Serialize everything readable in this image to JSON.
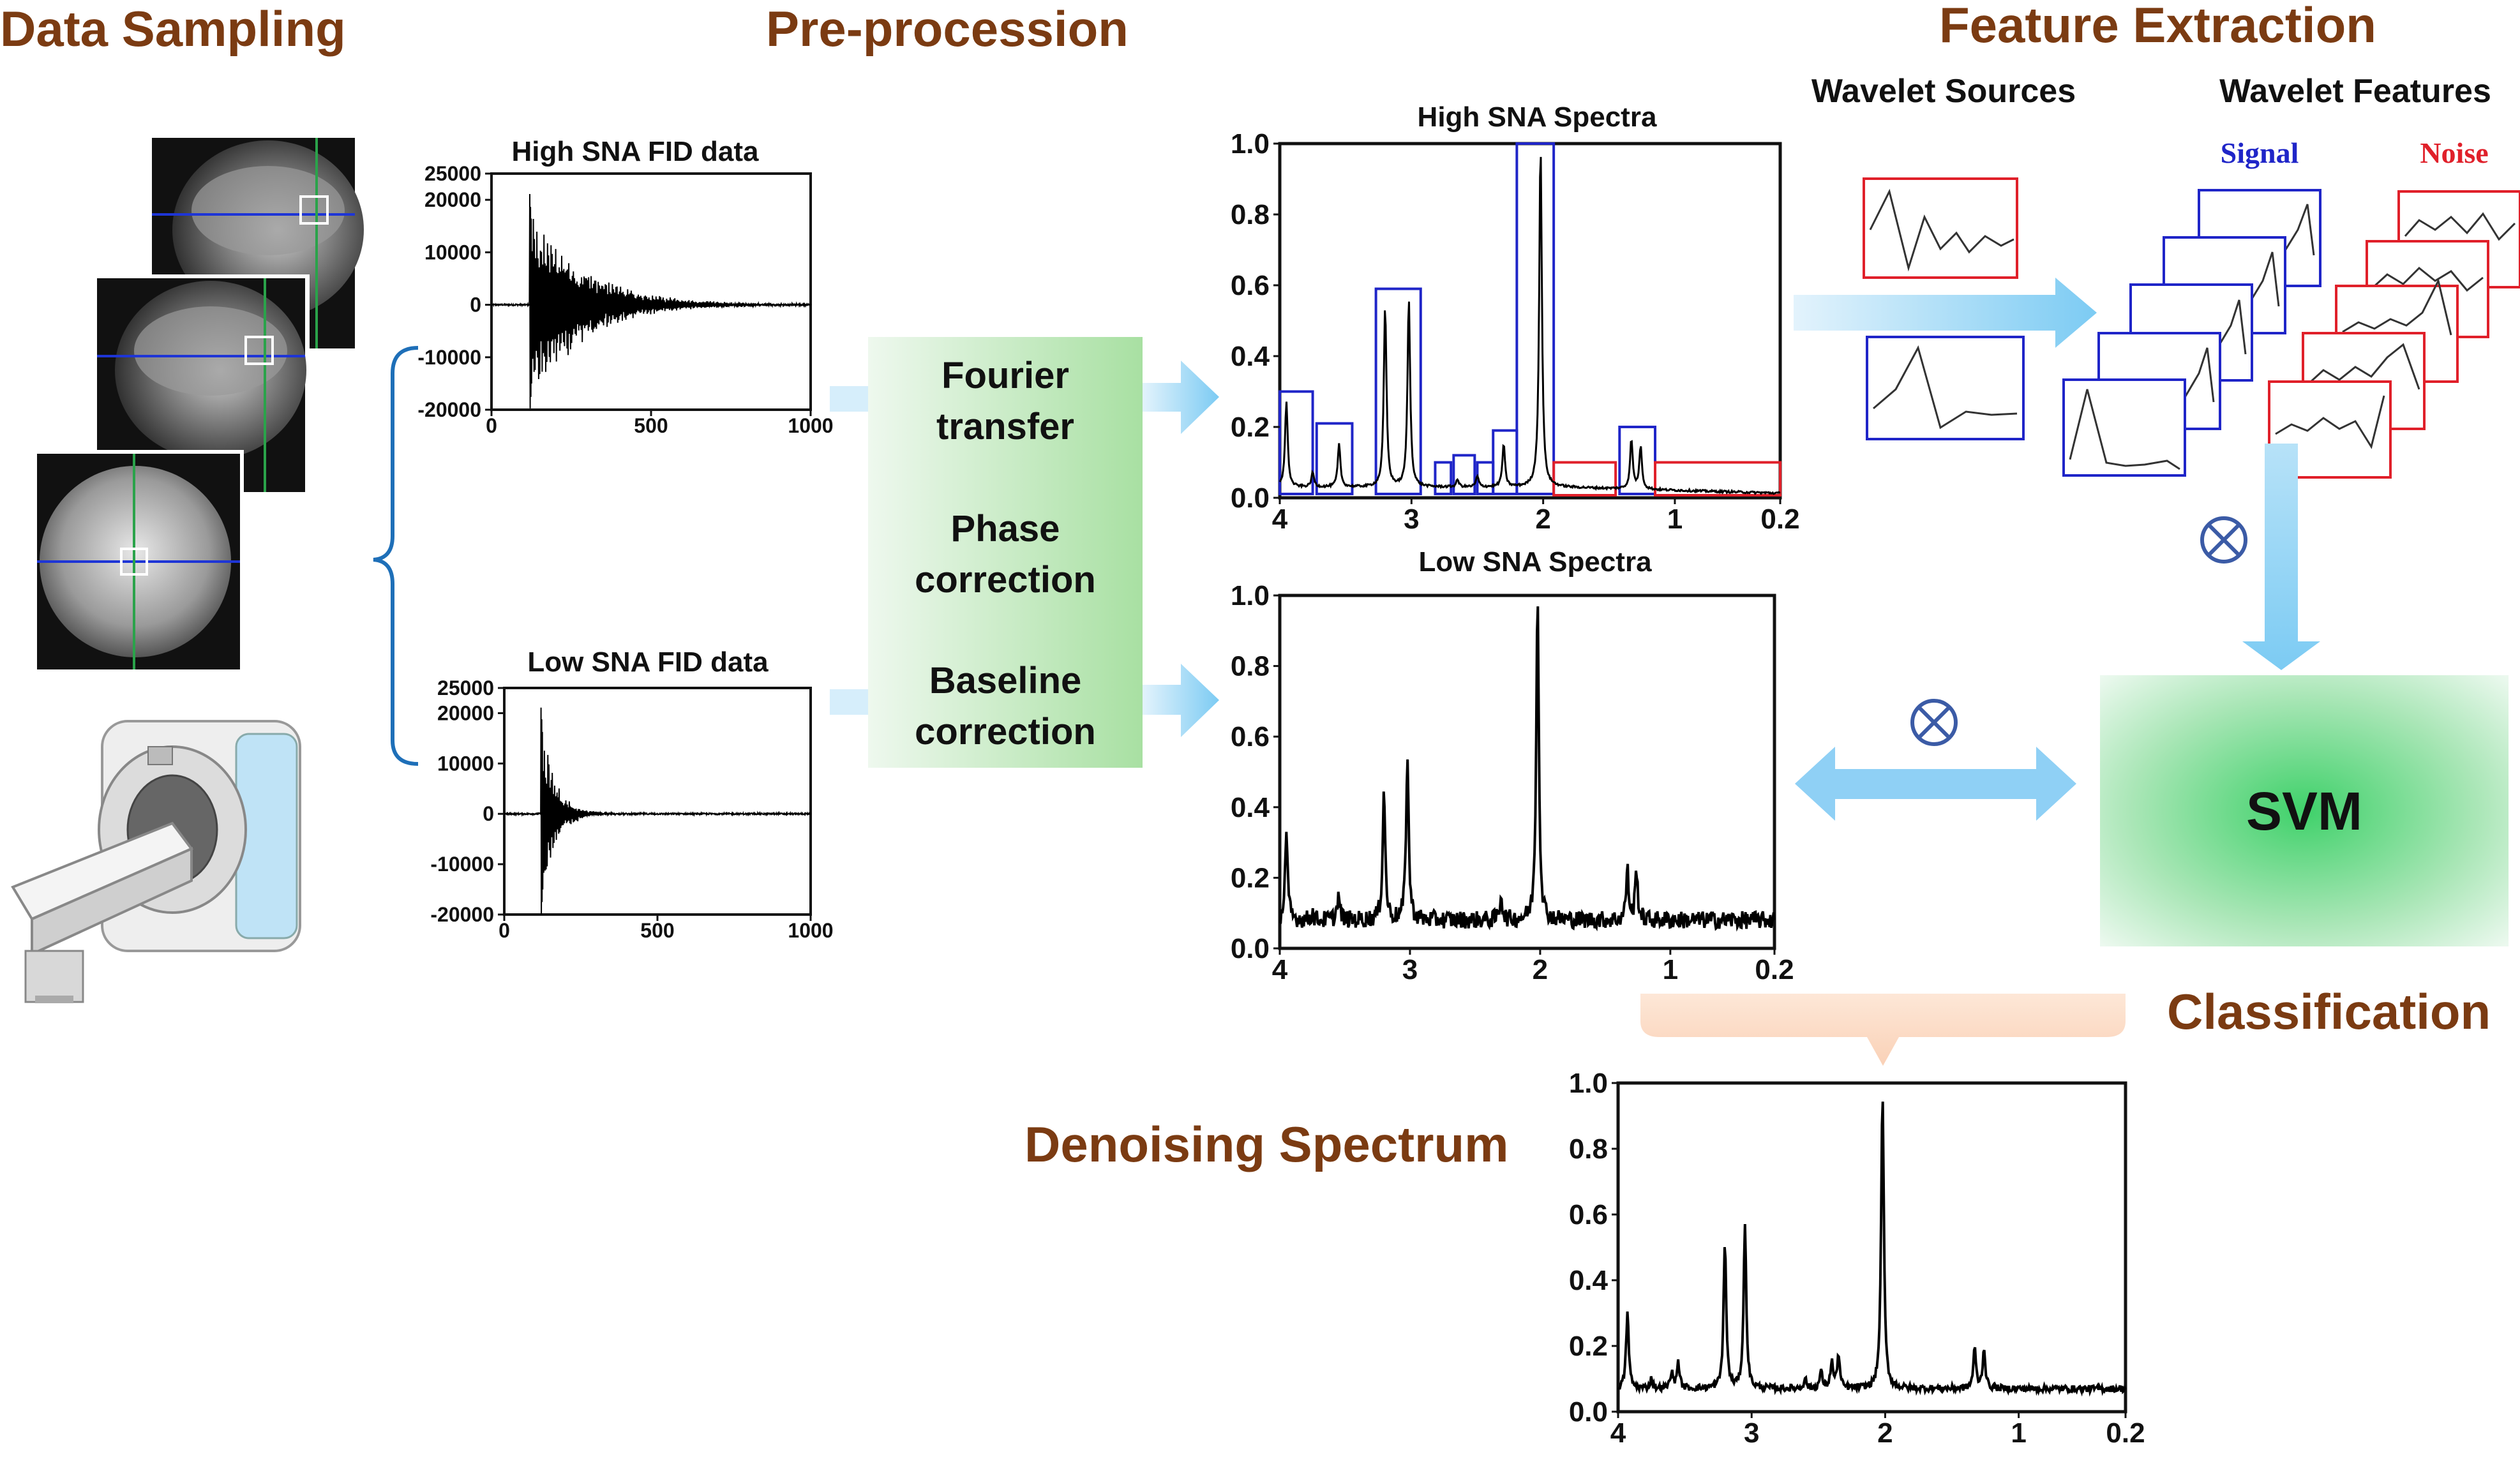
{
  "stages": {
    "data_sampling": "Data Sampling",
    "preprocession": "Pre-procession",
    "feature_extraction": "Feature Extraction",
    "classification": "Classification",
    "denoising": "Denoising Spectrum"
  },
  "preprocess_steps": {
    "fourier_1": "Fourier",
    "fourier_2": "transfer",
    "phase_1": "Phase",
    "phase_2": "correction",
    "baseline_1": "Baseline",
    "baseline_2": "correction"
  },
  "feature": {
    "wavelet_sources": "Wavelet Sources",
    "wavelet_features": "Wavelet Features",
    "signal": "Signal",
    "noise": "Noise",
    "tensor_symbol": "⊗"
  },
  "classifier": {
    "label": "SVM"
  },
  "colors": {
    "stage_title": "#7B3B12",
    "arrow": "#8FD0F5",
    "signal": "#1F25C8",
    "noise": "#E0202A",
    "svm_green": "#3FD16A",
    "bracket": "#1E6FB8"
  },
  "chart_data": [
    {
      "id": "high_fid",
      "type": "line",
      "title": "High SNA FID data",
      "x_ticks": [
        "0",
        "500",
        "1000"
      ],
      "y_ticks": [
        "25000",
        "20000",
        "10000",
        "0",
        "-10000",
        "-20000"
      ],
      "xlim": [
        0,
        1000
      ],
      "ylim": [
        -20000,
        25000
      ],
      "decay_start": 120,
      "peak": 21000,
      "envelope_tau": 160
    },
    {
      "id": "low_fid",
      "type": "line",
      "title": "Low SNA FID data",
      "x_ticks": [
        "0",
        "500",
        "1000"
      ],
      "y_ticks": [
        "25000",
        "20000",
        "10000",
        "0",
        "-10000",
        "-20000"
      ],
      "xlim": [
        0,
        1000
      ],
      "ylim": [
        -20000,
        25000
      ],
      "decay_start": 120,
      "peak": 21000,
      "envelope_tau": 45
    },
    {
      "id": "high_spectra",
      "type": "line",
      "title": "High SNA Spectra",
      "x_ticks": [
        "4",
        "3",
        "2",
        "1",
        "0.2"
      ],
      "y_ticks": [
        "0.0",
        "0.2",
        "0.4",
        "0.6",
        "0.8",
        "1.0"
      ],
      "xlim": [
        4,
        0.2
      ],
      "ylim": [
        0,
        1
      ],
      "baseline": 0.03,
      "peaks": [
        [
          3.95,
          0.27
        ],
        [
          3.75,
          0.07
        ],
        [
          3.55,
          0.15
        ],
        [
          3.2,
          0.54
        ],
        [
          3.02,
          0.56
        ],
        [
          2.65,
          0.05
        ],
        [
          2.5,
          0.06
        ],
        [
          2.3,
          0.15
        ],
        [
          2.02,
          1.0
        ],
        [
          1.33,
          0.17
        ],
        [
          1.26,
          0.15
        ]
      ],
      "blue_boxes": [
        [
          4.0,
          3.75,
          0.3
        ],
        [
          3.72,
          3.45,
          0.21
        ],
        [
          3.27,
          2.93,
          0.59
        ],
        [
          2.82,
          2.7,
          0.1
        ],
        [
          2.68,
          2.52,
          0.12
        ],
        [
          2.5,
          2.38,
          0.1
        ],
        [
          2.38,
          2.2,
          0.19
        ],
        [
          2.2,
          1.92,
          1.0
        ],
        [
          1.42,
          1.15,
          0.2
        ]
      ],
      "red_boxes": [
        [
          1.92,
          1.45,
          0.1
        ],
        [
          1.15,
          0.2,
          0.1
        ]
      ]
    },
    {
      "id": "low_spectra",
      "type": "line",
      "title": "Low SNA Spectra",
      "x_ticks": [
        "4",
        "3",
        "2",
        "1",
        "0.2"
      ],
      "y_ticks": [
        "0.0",
        "0.2",
        "0.4",
        "0.6",
        "0.8",
        "1.0"
      ],
      "xlim": [
        4,
        0.2
      ],
      "ylim": [
        0,
        1
      ],
      "baseline": 0.08,
      "noise": 0.025,
      "peaks": [
        [
          3.95,
          0.32
        ],
        [
          3.75,
          0.1
        ],
        [
          3.55,
          0.15
        ],
        [
          3.2,
          0.45
        ],
        [
          3.02,
          0.54
        ],
        [
          2.3,
          0.15
        ],
        [
          2.02,
          1.0
        ],
        [
          1.33,
          0.22
        ],
        [
          1.26,
          0.22
        ]
      ]
    },
    {
      "id": "denoised",
      "type": "line",
      "title": "",
      "x_ticks": [
        "4",
        "3",
        "2",
        "1",
        "0.2"
      ],
      "y_ticks": [
        "0.0",
        "0.2",
        "0.4",
        "0.6",
        "0.8",
        "1.0"
      ],
      "xlim": [
        4,
        0.2
      ],
      "ylim": [
        0,
        1
      ],
      "baseline": 0.07,
      "noise": 0.01,
      "peaks": [
        [
          3.93,
          0.3
        ],
        [
          3.75,
          0.1
        ],
        [
          3.6,
          0.12
        ],
        [
          3.55,
          0.15
        ],
        [
          3.2,
          0.51
        ],
        [
          3.05,
          0.56
        ],
        [
          2.6,
          0.1
        ],
        [
          2.48,
          0.12
        ],
        [
          2.4,
          0.15
        ],
        [
          2.35,
          0.17
        ],
        [
          2.02,
          0.97
        ],
        [
          1.33,
          0.19
        ],
        [
          1.26,
          0.19
        ]
      ]
    }
  ]
}
